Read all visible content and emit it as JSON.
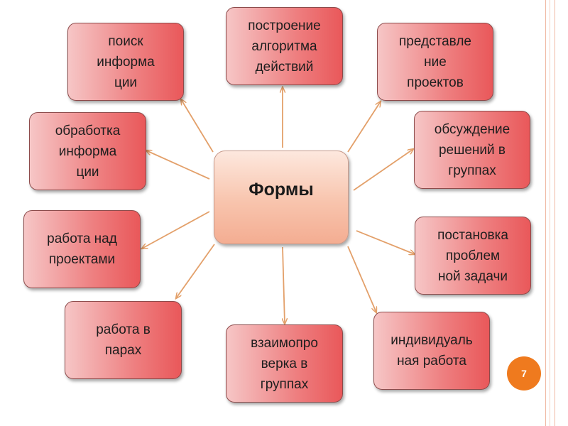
{
  "diagram": {
    "center": {
      "label": "Формы"
    },
    "nodes": {
      "search": "поиск\nинформа\nции",
      "algorithm": "построение\nалгоритма\nдействий",
      "projects_presentation": "представле\nние\nпроектов",
      "processing": "обработка\nинформа\nции",
      "discussion": "обсуждение\nрешений в\nгруппах",
      "project_work": "работа над\nпроектами",
      "problem_setting": "постановка\nпроблем\nной задачи",
      "pair_work": "работа в\nпарах",
      "peer_review": "взаимопро\nверка в\nгруппах",
      "individual": "индивидуаль\nная работа"
    }
  },
  "colors": {
    "node_gradient_start": "#f6c6c6",
    "node_gradient_end": "#e9585a",
    "center_fill": "#f8c4ad",
    "arrow": "#e3a06a",
    "page_number_fill": "#ef7a1e"
  },
  "slide": {
    "page_number": "7"
  }
}
